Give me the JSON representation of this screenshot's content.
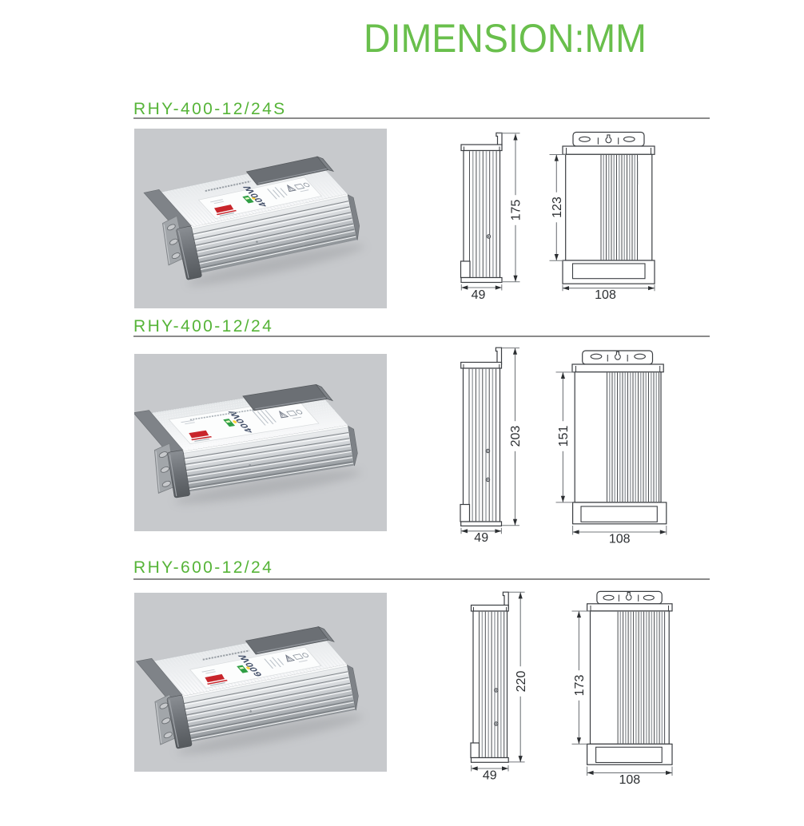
{
  "title": "DIMENSION:MM",
  "colors": {
    "accent_green": "#56b438",
    "title_green": "#69bf4c",
    "rule_gray": "#8b8b8b",
    "photo_background": "#c7c9cc",
    "drawing_line": "#3b3e42",
    "dimension_text": "#2c2f32"
  },
  "sections": [
    {
      "model": "RHY-400-12/24S",
      "wattage": "400W",
      "side_view": {
        "height_mm": "175",
        "width_mm": "49"
      },
      "front_view": {
        "height_mm": "123",
        "width_mm": "108"
      }
    },
    {
      "model": "RHY-400-12/24",
      "wattage": "400W",
      "side_view": {
        "height_mm": "203",
        "width_mm": "49"
      },
      "front_view": {
        "height_mm": "151",
        "width_mm": "108"
      }
    },
    {
      "model": "RHY-600-12/24",
      "wattage": "600W",
      "side_view": {
        "height_mm": "220",
        "width_mm": "49"
      },
      "front_view": {
        "height_mm": "173",
        "width_mm": "108"
      }
    }
  ]
}
